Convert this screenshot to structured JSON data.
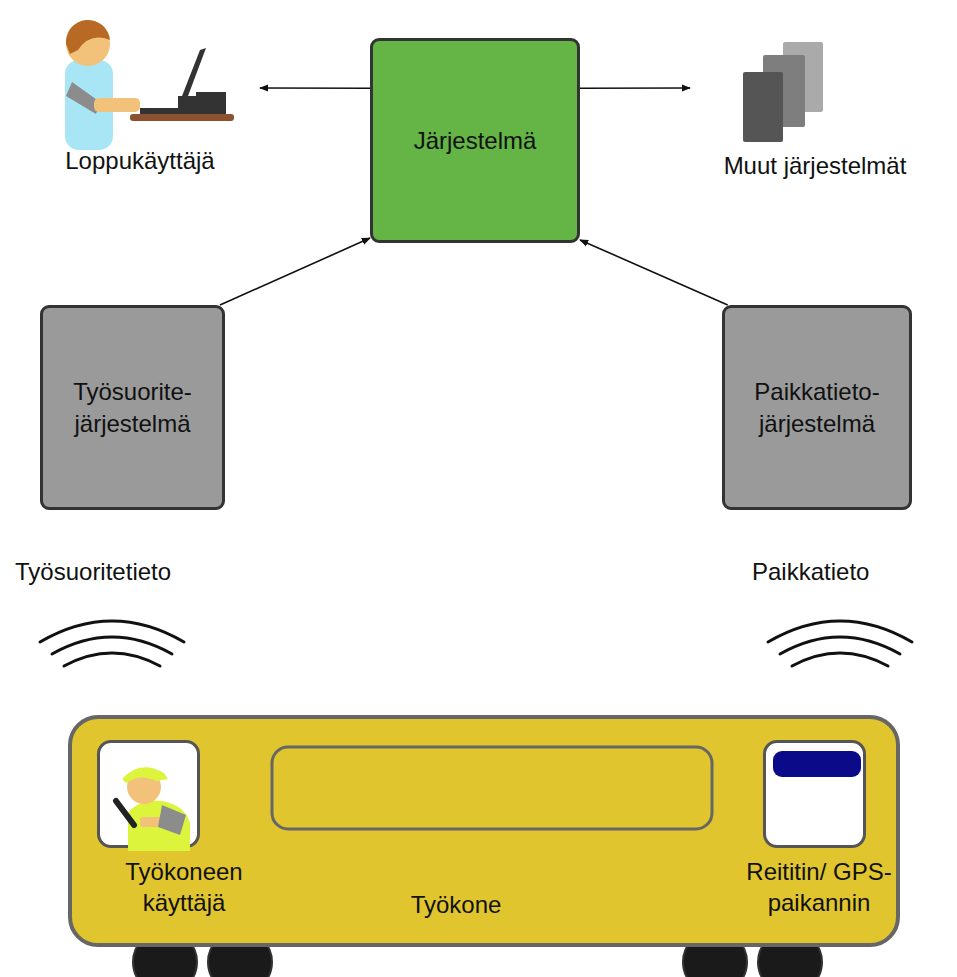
{
  "diagram": {
    "nodes": [
      {
        "text": [
          "Loppukäyttäjä"
        ]
      },
      {
        "text": [
          "Järjestelmä"
        ]
      },
      {
        "text": [
          "Muut järjestelmät"
        ]
      },
      {
        "text": [
          "Työsuorite- järjestelmä"
        ]
      },
      {
        "text": [
          "Paikkatieto- järjestelmä"
        ]
      },
      {
        "text": [
          "Työkone"
        ]
      },
      {
        "text": [
          "Työkoneen käyttäjä"
        ],
        "in": 5
      },
      {
        "text": [
          "Reititin/ GPS-paikannin"
        ],
        "in": 5
      }
    ],
    "edges": [
      {
        "from": 1,
        "to": 0,
        "arrow": "to"
      },
      {
        "from": 1,
        "to": 2,
        "arrow": "to"
      },
      {
        "from": 3,
        "to": 1,
        "arrow": "to"
      },
      {
        "from": 4,
        "to": 1,
        "arrow": "to"
      }
    ],
    "labels": [
      "Työsuoritetieto",
      "Paikkatieto"
    ]
  }
}
